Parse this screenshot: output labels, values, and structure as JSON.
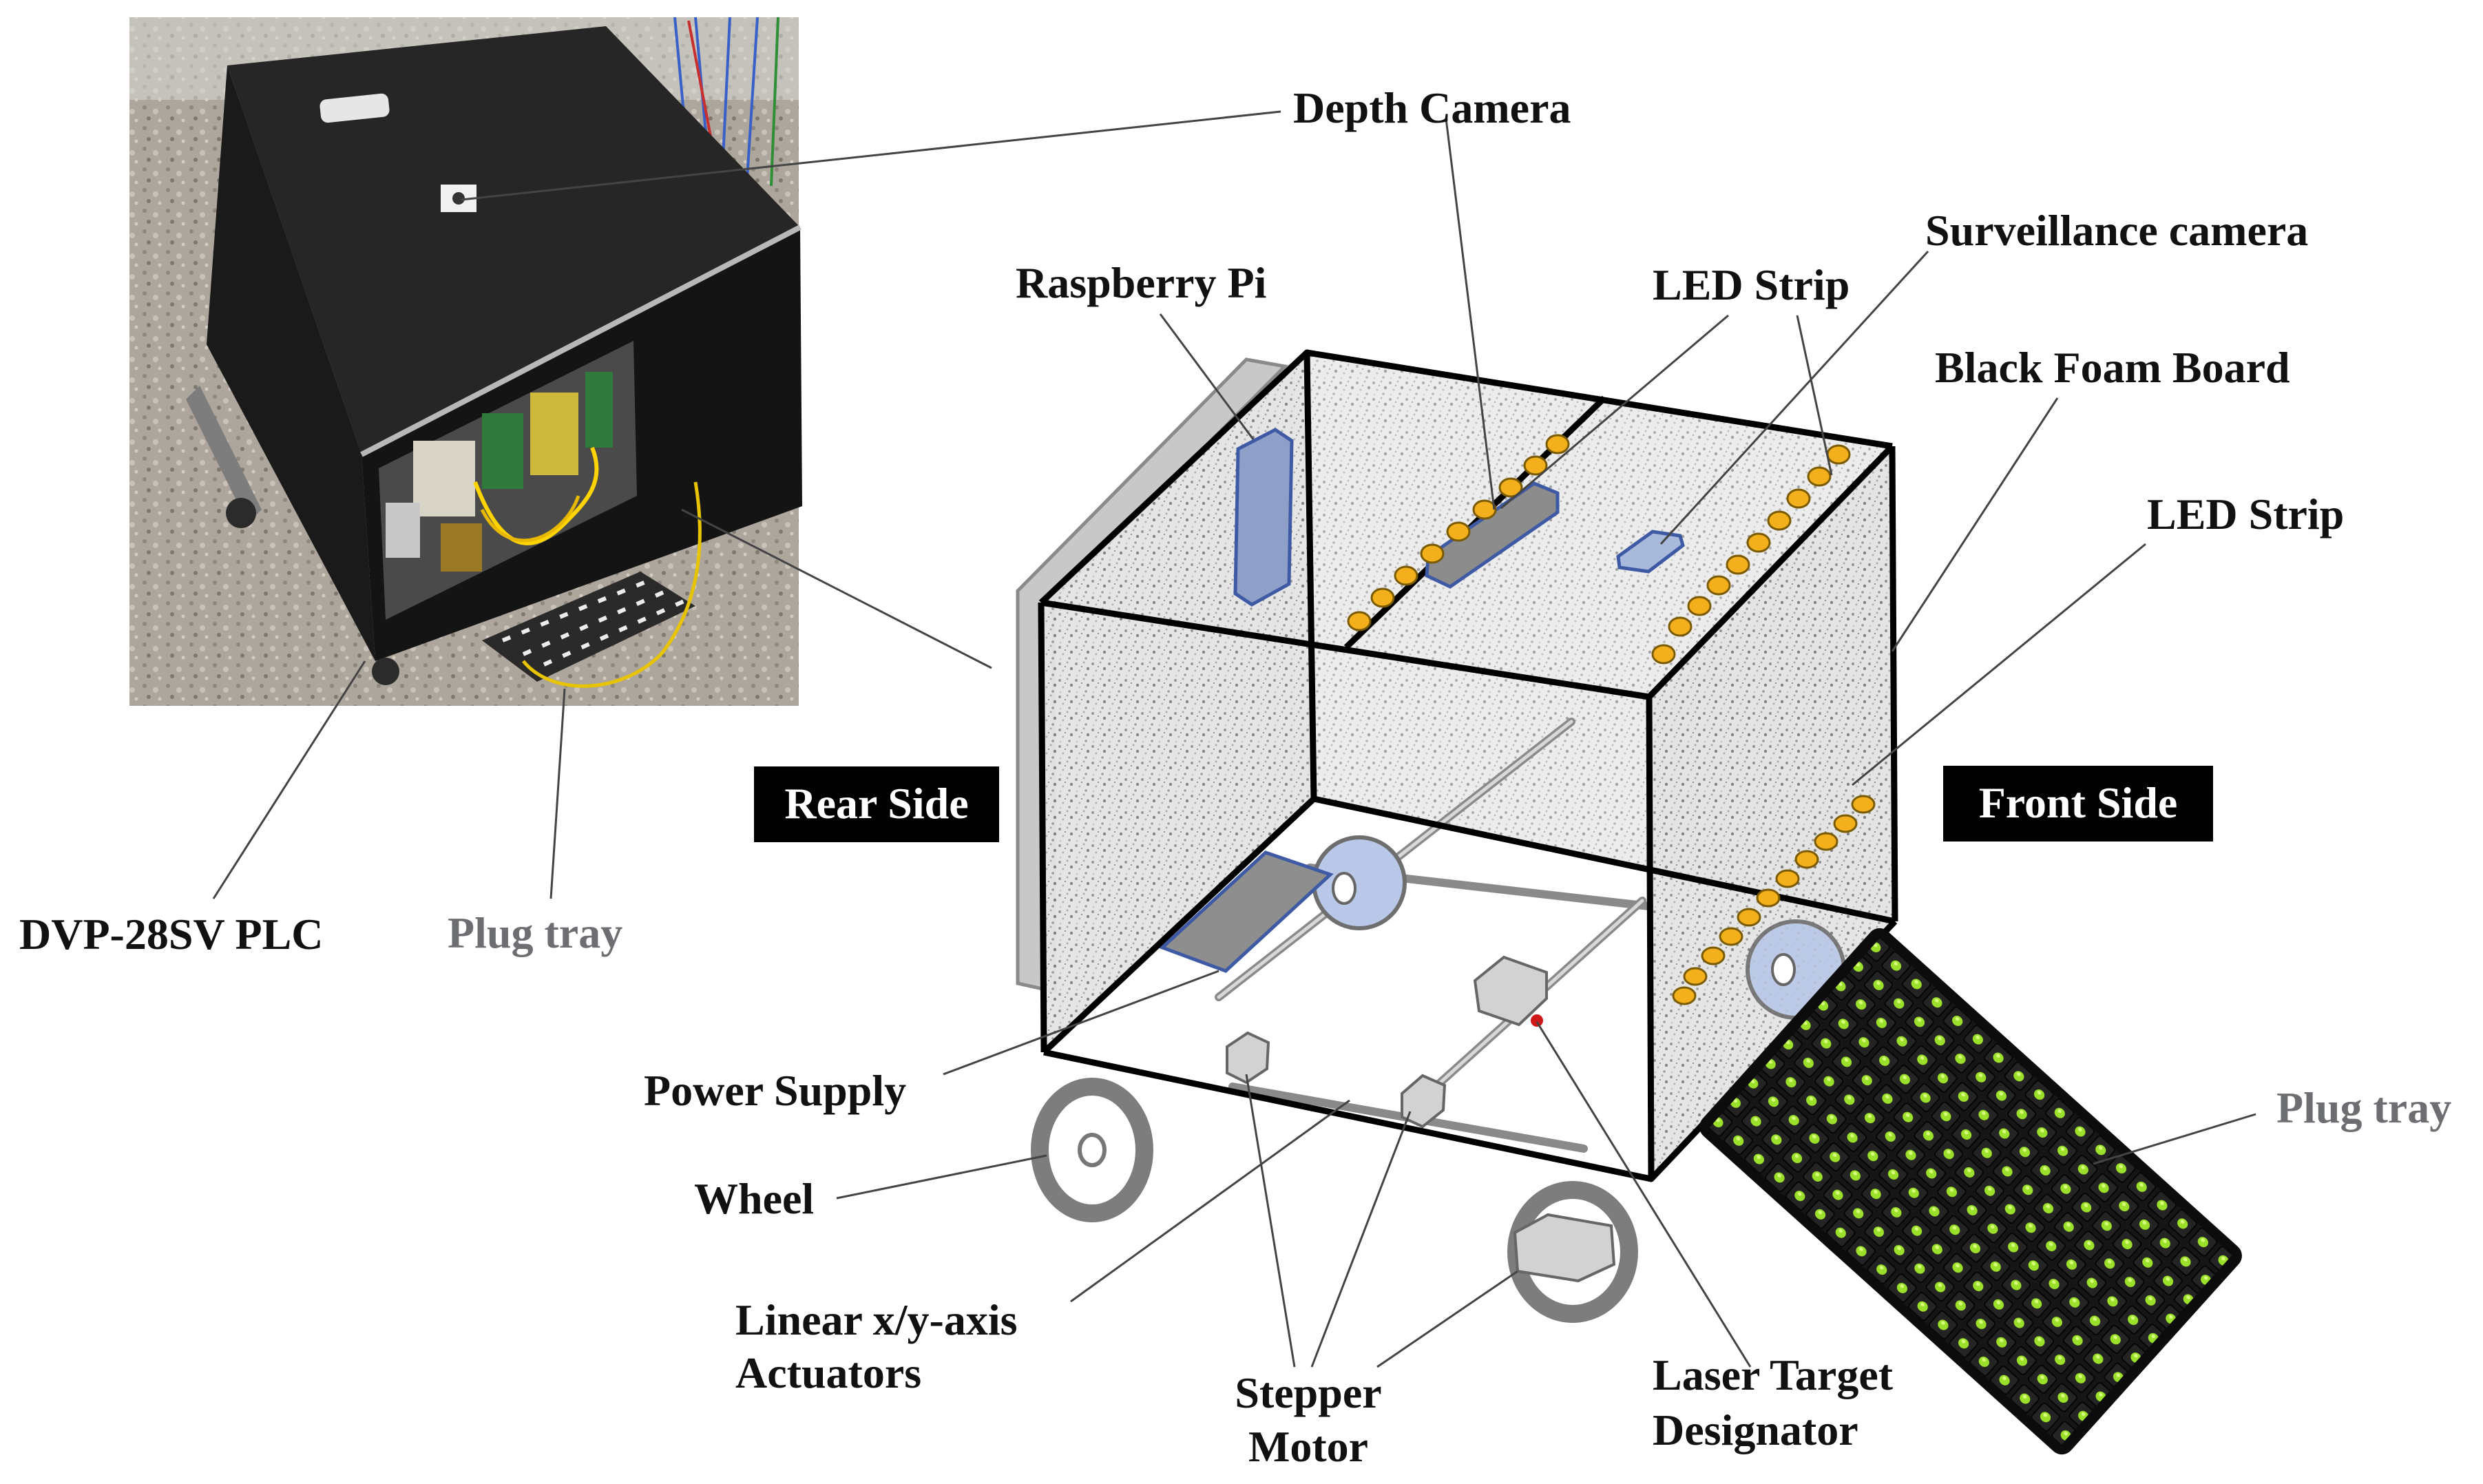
{
  "figure": {
    "labels": {
      "depth_camera": "Depth Camera",
      "surveillance_camera": "Surveillance camera",
      "raspberry_pi": "Raspberry Pi",
      "led_strip_top": "LED Strip",
      "black_foam_board": "Black Foam Board",
      "led_strip_front": "LED Strip",
      "rear_side": "Rear Side",
      "front_side": "Front Side",
      "dvp_plc": "DVP-28SV PLC",
      "plug_tray_photo": "Plug tray",
      "plug_tray_render": "Plug tray",
      "power_supply": "Power Supply",
      "wheel": "Wheel",
      "linear_actuators_line1": "Linear x/y-axis",
      "linear_actuators_line2": "Actuators",
      "stepper_motor_line1": "Stepper",
      "stepper_motor_line2": "Motor",
      "laser_line1": "Laser Target",
      "laser_line2": "Designator"
    },
    "colors": {
      "label_text": "#111111",
      "gray_label": "#6d6e71",
      "badge_background": "#000000",
      "badge_text": "#ffffff",
      "led": "#f3b01b",
      "component_blue": "#5b78b8",
      "tray_seedling": "#9be02a",
      "frame": "#000000"
    },
    "icons": {
      "photo": "photograph-of-built-robot",
      "render": "3d-schematic-of-robot-frame"
    }
  }
}
